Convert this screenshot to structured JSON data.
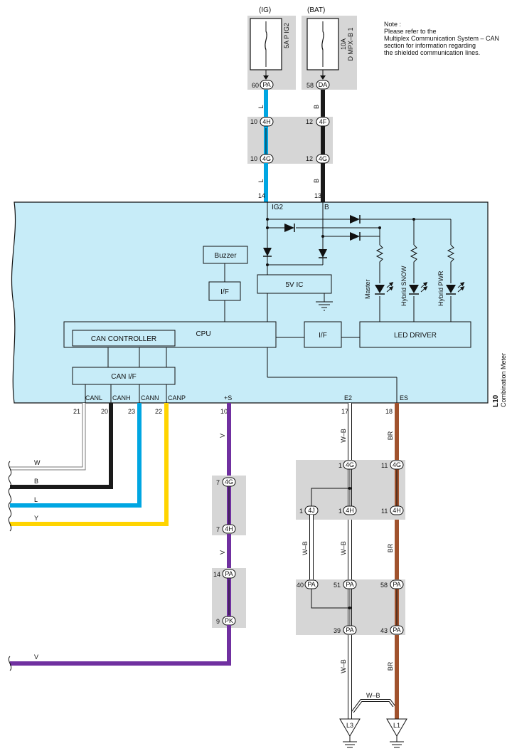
{
  "note": {
    "lines": [
      "Note :",
      "Please refer to the",
      "Multiplex Communication System – CAN",
      "section for information regarding",
      "the shielded communication lines."
    ]
  },
  "fuses": [
    {
      "source": "(IG)",
      "line1": "5A P IG2",
      "line2": "",
      "pin": "60",
      "connector": "PA",
      "wire": "L",
      "color": "#00a6e2"
    },
    {
      "source": "(BAT)",
      "line1": "10A",
      "line2": "D MPX–B 1",
      "pin": "58",
      "connector": "DA",
      "wire": "B",
      "color": "#1a1a1a"
    }
  ],
  "joints_top": [
    {
      "left_pin": "10",
      "left_conn": "4H",
      "right_pin": "12",
      "right_conn": "4F"
    },
    {
      "left_pin": "10",
      "left_conn": "4G",
      "right_pin": "12",
      "right_conn": "4G"
    }
  ],
  "meter": {
    "id": "L10",
    "name": "Combination Meter",
    "input_pins": [
      {
        "pin": "14",
        "label": "IG2"
      },
      {
        "pin": "13",
        "label": "B"
      }
    ],
    "blocks": {
      "buzzer": "Buzzer",
      "if_left": "I/F",
      "ic": "5V IC",
      "cpu": "CPU",
      "can_controller": "CAN CONTROLLER",
      "if_right": "I/F",
      "led_driver": "LED DRIVER",
      "can_if": "CAN I/F"
    },
    "leds": [
      "Master",
      "Hybrid SNOW",
      "Hybrid PWR"
    ],
    "bottom_terminals": [
      {
        "label": "CANL",
        "pin": "21",
        "color": "#ffffff"
      },
      {
        "label": "CANH",
        "pin": "20",
        "color": "#1a1a1a"
      },
      {
        "label": "CANN",
        "pin": "23",
        "color": "#00a6e2"
      },
      {
        "label": "CANP",
        "pin": "22",
        "color": "#ffd400"
      },
      {
        "label": "+S",
        "pin": "10",
        "color": "#7030a0"
      },
      {
        "label": "E2",
        "pin": "17",
        "color": "#ffffff"
      },
      {
        "label": "ES",
        "pin": "18",
        "color": "#a0522d"
      }
    ]
  },
  "can_wires": [
    "W",
    "B",
    "L",
    "Y"
  ],
  "s_line": {
    "wire": "V",
    "joints": [
      {
        "pin": "7",
        "conn": "4G"
      },
      {
        "pin": "7",
        "conn": "4H"
      },
      {
        "pin": "14",
        "conn": "PA"
      },
      {
        "pin": "9",
        "conn": "PK"
      }
    ],
    "bottom_wire": "V"
  },
  "ground_section": {
    "wire_wb": "W–B",
    "wire_br": "BR",
    "j1": [
      {
        "pin": "1",
        "conn": "4G"
      },
      {
        "pin": "11",
        "conn": "4G"
      }
    ],
    "j2": [
      {
        "pin": "1",
        "conn": "4J"
      },
      {
        "pin": "1",
        "conn": "4H"
      },
      {
        "pin": "11",
        "conn": "4H"
      }
    ],
    "j3": [
      {
        "pin": "40",
        "conn": "PA"
      },
      {
        "pin": "51",
        "conn": "PA"
      },
      {
        "pin": "58",
        "conn": "PA"
      }
    ],
    "j4": [
      {
        "pin": "39",
        "conn": "PA"
      },
      {
        "pin": "43",
        "conn": "PA"
      }
    ],
    "grounds": [
      "L3",
      "L1"
    ]
  }
}
